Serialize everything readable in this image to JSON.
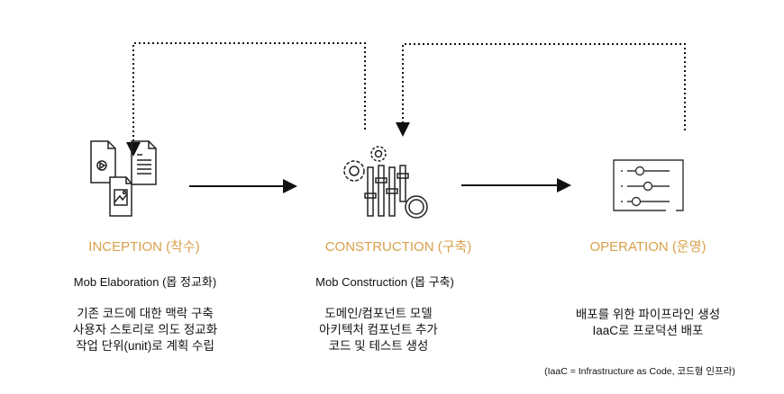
{
  "accent_color": "#d9a04a",
  "stages": [
    {
      "title": "INCEPTION (착수)",
      "subtitle": "Mob Elaboration (몹 정교화)",
      "lines": [
        "기존 코드에 대한 맥락 구축",
        "사용자 스토리로 의도 정교화",
        "작업 단위(unit)로 계획 수립"
      ],
      "icon": "documents-icon"
    },
    {
      "title": "CONSTRUCTION (구축)",
      "subtitle": "Mob Construction (몹 구축)",
      "lines": [
        "도메인/컴포넌트 모델",
        "아키텍처 컴포넌트 추가",
        "코드 및 테스트 생성"
      ],
      "icon": "gears-sliders-icon"
    },
    {
      "title": "OPERATION (운영)",
      "lines": [
        "배포를 위한 파이프라인 생성",
        "IaaC로 프로덕션 배포"
      ],
      "icon": "settings-panel-icon"
    }
  ],
  "footnote": "(IaaC = Infrastructure as Code, 코드형 인프라)"
}
